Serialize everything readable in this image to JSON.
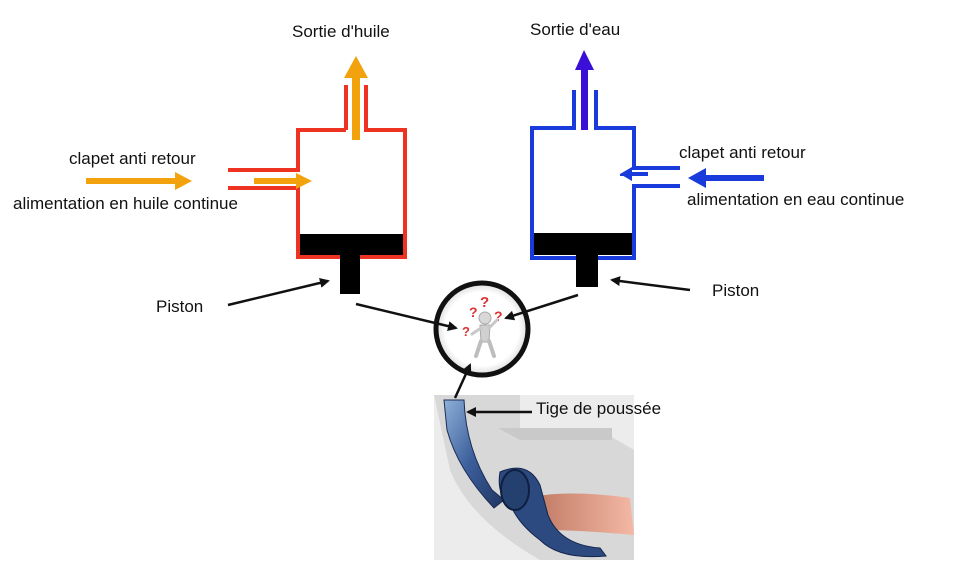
{
  "labels": {
    "oil_outlet": "Sortie d'huile",
    "water_outlet": "Sortie d'eau",
    "oil_check_valve": "clapet anti retour",
    "oil_supply": "alimentation en huile continue",
    "water_check_valve": "clapet anti retour",
    "water_supply": "alimentation en eau continue",
    "piston_left": "Piston",
    "piston_right": "Piston",
    "push_rod": "Tige de poussée"
  },
  "colors": {
    "oil_circuit": "#ee3322",
    "oil_arrow": "#f2a20c",
    "water_circuit": "#1a3bdc",
    "water_arrow": "#3a10d8",
    "piston": "#000000",
    "pointer": "#111111"
  },
  "icons": {
    "question_figure": "confused-person-icon",
    "pedal": "brake-pedal-photo"
  }
}
